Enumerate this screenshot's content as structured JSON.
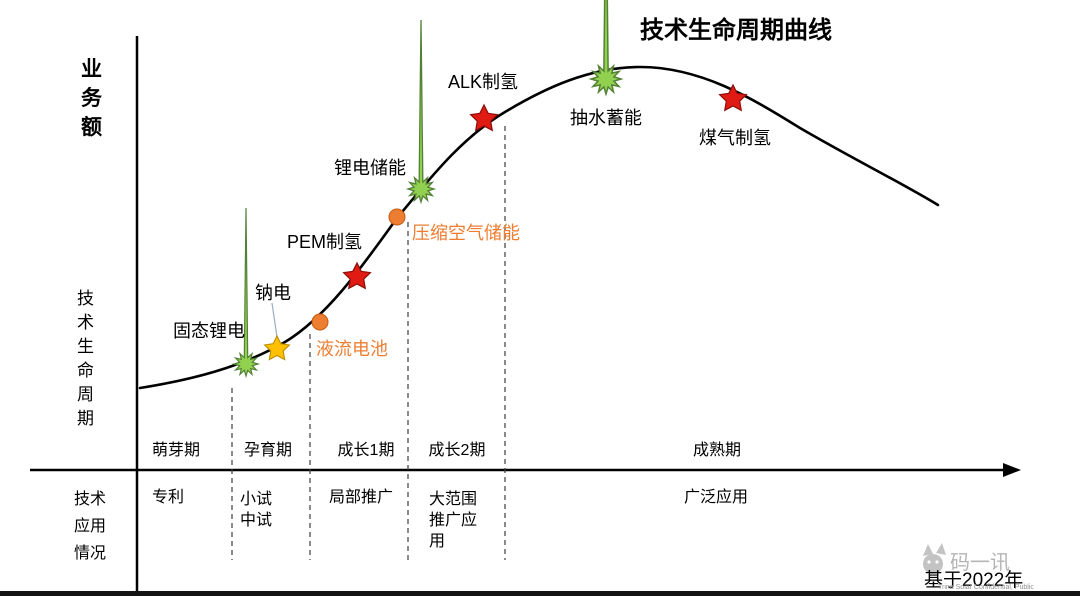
{
  "title": "技术生命周期曲线",
  "axes": {
    "y_label": "业务额",
    "left_label": "技术生命周期",
    "bottom_left_label": "技术应用情况"
  },
  "phases": [
    {
      "stage": "萌芽期",
      "application": "专利"
    },
    {
      "stage": "孕育期",
      "application": "小试中试"
    },
    {
      "stage": "成长1期",
      "application": "局部推广"
    },
    {
      "stage": "成长2期",
      "application": "大范围推广应用"
    },
    {
      "stage": "成熟期",
      "application": "广泛应用"
    }
  ],
  "technologies": [
    {
      "name": "固态锂电",
      "marker": "burst",
      "color": "#92D050",
      "label_color": "#000000"
    },
    {
      "name": "钠电",
      "marker": "star",
      "color": "#FFC000",
      "label_color": "#000000"
    },
    {
      "name": "液流电池",
      "marker": "dot",
      "color": "#ED7D31",
      "label_color": "#ED7D31"
    },
    {
      "name": "PEM制氢",
      "marker": "star",
      "color": "#E01B13",
      "label_color": "#000000"
    },
    {
      "name": "压缩空气储能",
      "marker": "dot",
      "color": "#ED7D31",
      "label_color": "#ED7D31"
    },
    {
      "name": "锂电储能",
      "marker": "burst",
      "color": "#92D050",
      "label_color": "#000000"
    },
    {
      "name": "ALK制氢",
      "marker": "star",
      "color": "#E01B13",
      "label_color": "#000000"
    },
    {
      "name": "抽水蓄能",
      "marker": "burst",
      "color": "#92D050",
      "label_color": "#000000"
    },
    {
      "name": "煤气制氢",
      "marker": "star",
      "color": "#E01B13",
      "label_color": "#000000"
    }
  ],
  "footer": {
    "based_on": "基于2022年",
    "watermark": "码一讯",
    "confidential": "Trina Solar Confidential, Public"
  }
}
